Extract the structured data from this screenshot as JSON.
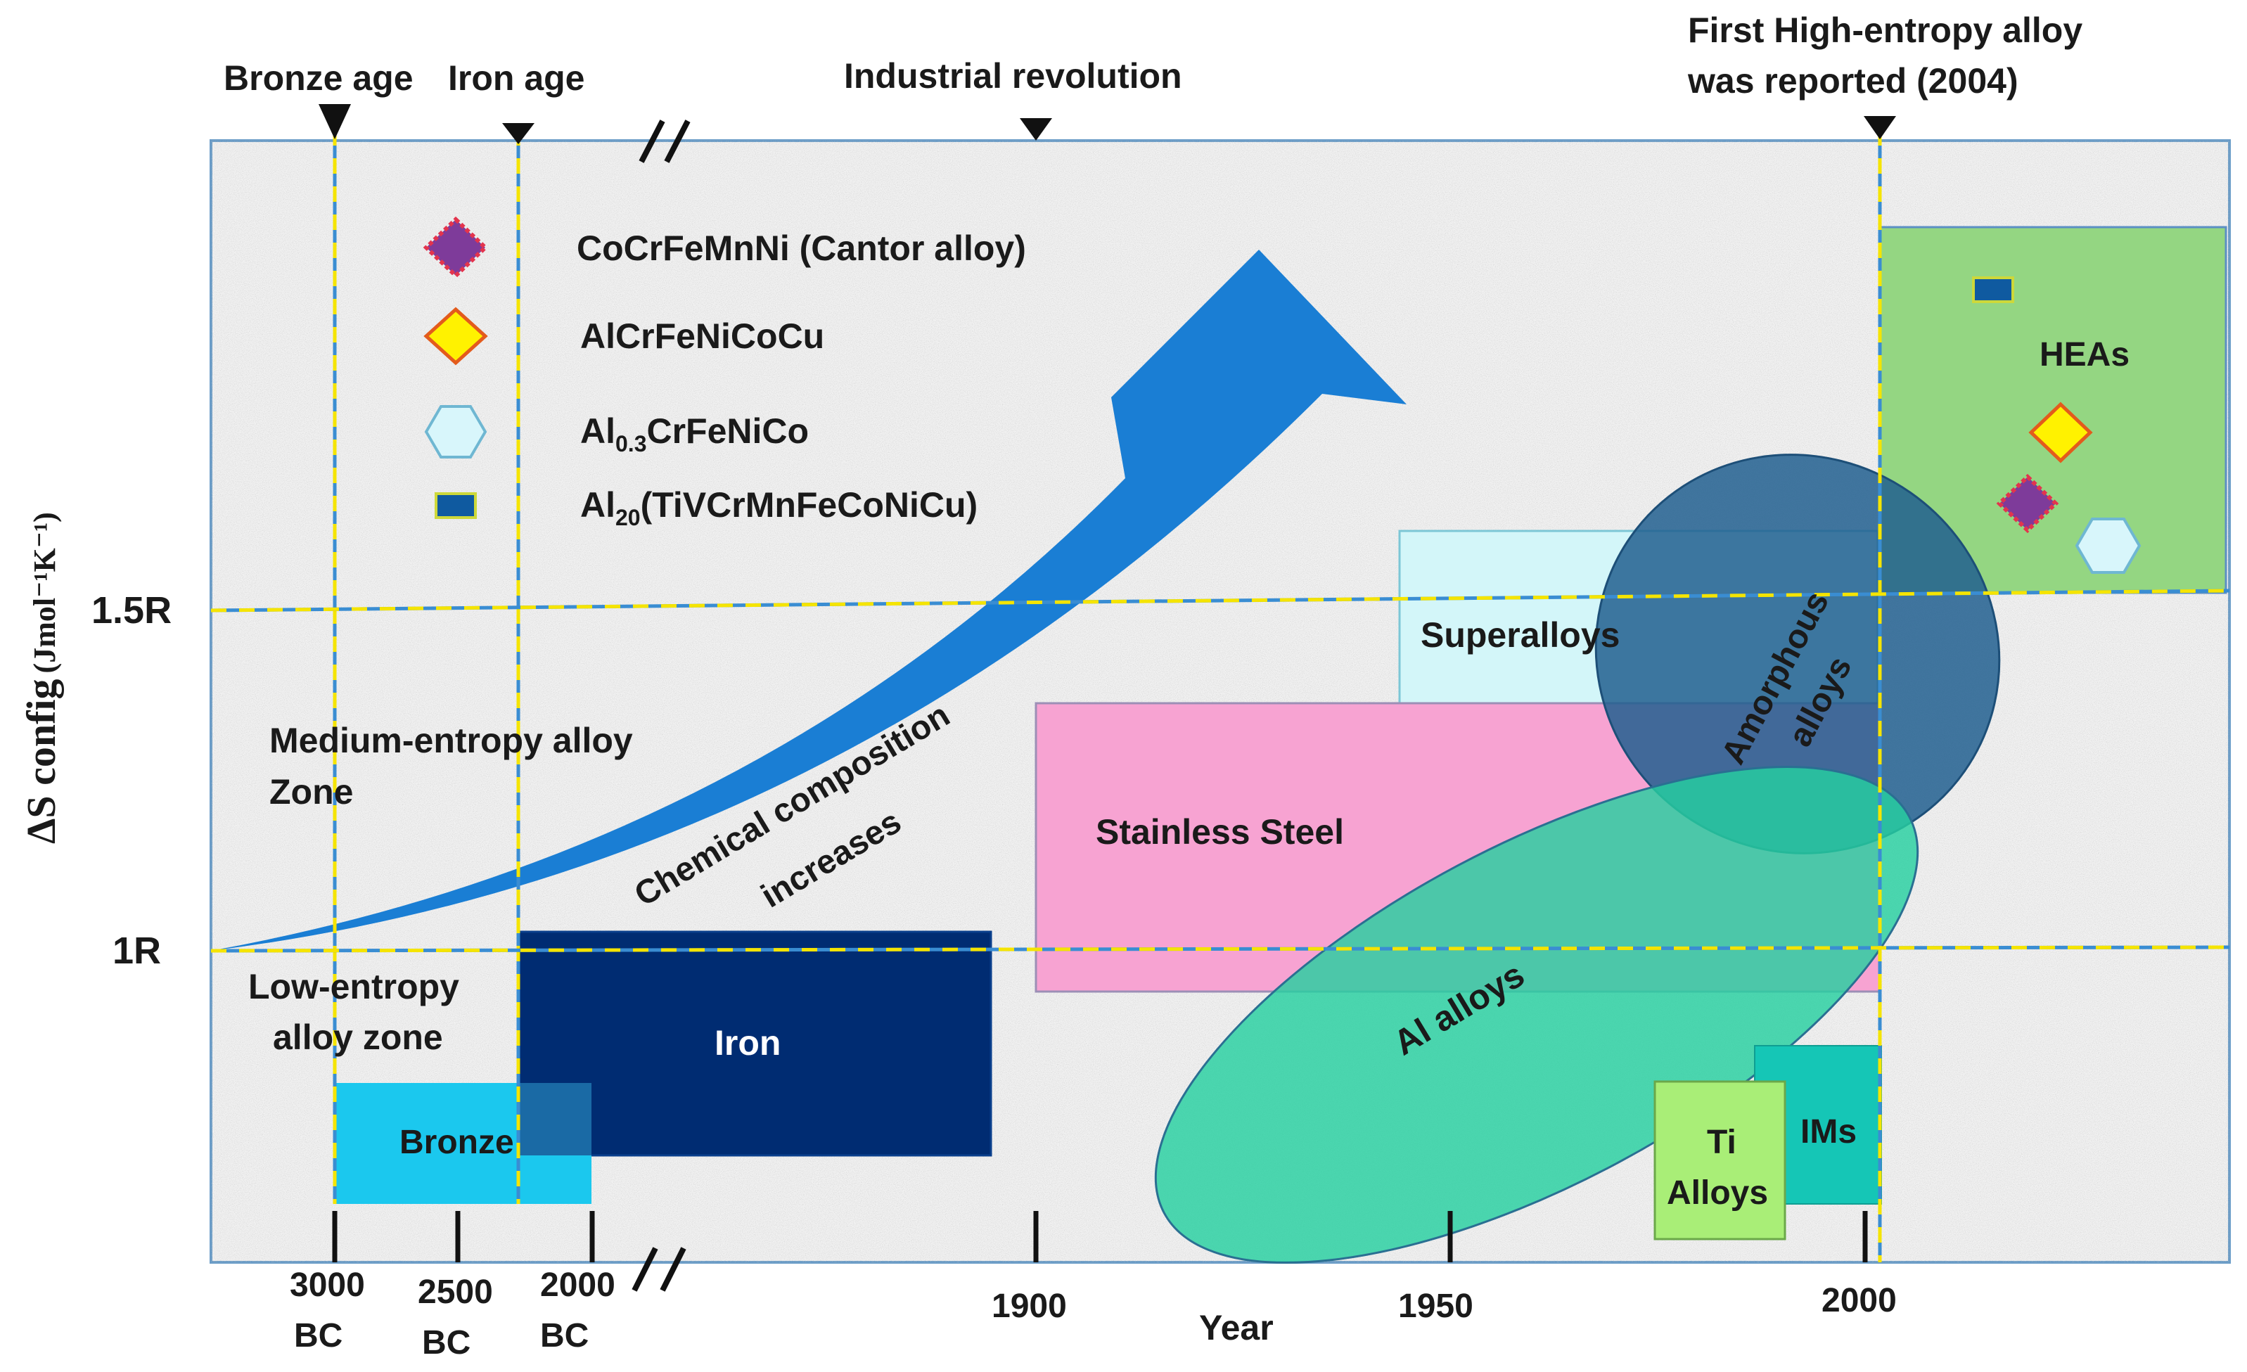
{
  "chart_data": {
    "type": "diagram",
    "ylabel": "ΔS config",
    "ylabel_units": "(Jmol⁻¹K⁻¹)",
    "xlabel": "Year",
    "y_ticks": [
      "1.5R",
      "1R"
    ],
    "x_ticks": [
      {
        "line1": "3000",
        "line2": "BC"
      },
      {
        "line1": "2500",
        "line2": "BC"
      },
      {
        "line1": "2000",
        "line2": "BC"
      },
      {
        "line1": "1900",
        "line2": ""
      },
      {
        "line1": "1950",
        "line2": ""
      },
      {
        "line1": "2000",
        "line2": ""
      }
    ],
    "eras": [
      "Bronze age",
      "Iron age",
      "Industrial revolution"
    ],
    "hea_event": {
      "line1": "First High-entropy alloy",
      "line2": "was reported (2004)"
    },
    "zones": {
      "medium": {
        "line1": "Medium-entropy alloy",
        "line2": "Zone"
      },
      "low": {
        "line1": "Low-entropy",
        "line2": "alloy zone"
      }
    },
    "arrow_label": {
      "line1": "Chemical composition",
      "line2": "increases"
    },
    "regions": {
      "bronze": "Bronze",
      "iron": "Iron",
      "stainless": "Stainless Steel",
      "superalloys": "Superalloys",
      "amorphous": {
        "line1": "Amorphous",
        "line2": "alloys"
      },
      "al_alloys": "Al alloys",
      "ti_alloys": {
        "line1": "Ti",
        "line2": "Alloys"
      },
      "ims": "IMs",
      "heas": "HEAs"
    },
    "legend": [
      {
        "label": "CoCrFeMnNi (Cantor alloy)",
        "marker": "diamond-purple"
      },
      {
        "label": "AlCrFeNiCoCu",
        "marker": "diamond-yellow"
      },
      {
        "prefix": "Al",
        "sub": "0.3",
        "suffix": "CrFeNiCo",
        "marker": "hexagon-lightblue"
      },
      {
        "prefix": "Al",
        "sub": "20",
        "suffix": "(TiVCrMnFeCoNiCu)",
        "marker": "rectangle-blue"
      }
    ],
    "colors": {
      "bronze": "#1bc8ee",
      "iron": "#002c72",
      "stainless": "#f7a3d2",
      "superalloys": "#d3f6f9",
      "amorphous": "#215f8f",
      "al_alloys": "#26cfa0",
      "ti_alloys": "#a9ee77",
      "ims": "#15c6b6",
      "heas": "#94d682",
      "arrow": "#1a7ed4",
      "guide_yellow": "#f5e400",
      "guide_blue": "#3a8dd2"
    }
  }
}
